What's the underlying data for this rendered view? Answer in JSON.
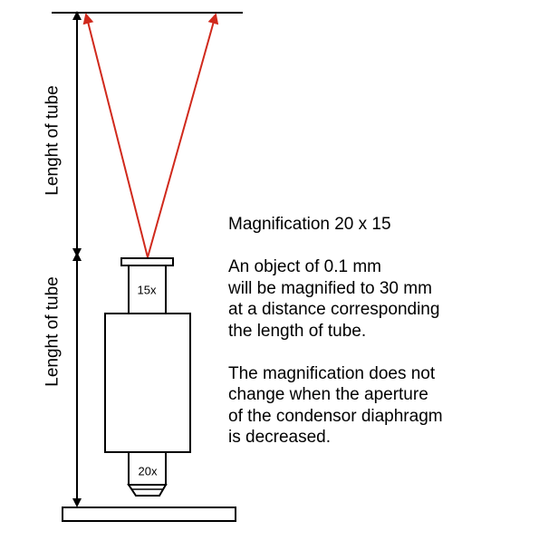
{
  "labels": {
    "tube_upper": "Lenght of tube",
    "tube_lower": "Lenght of tube",
    "eyepiece": "15x",
    "objective": "20x"
  },
  "text": {
    "magnification": "Magnification 20 x 15",
    "para1": [
      "An object of 0.1 mm",
      "will be magnified to 30 mm",
      "at a distance corresponding",
      "the length of tube."
    ],
    "para2": [
      "The magnification does not",
      "change when the aperture",
      "of the condensor diaphragm",
      "is decreased."
    ]
  },
  "colors": {
    "ray": "#d0291c",
    "line": "#000000"
  }
}
